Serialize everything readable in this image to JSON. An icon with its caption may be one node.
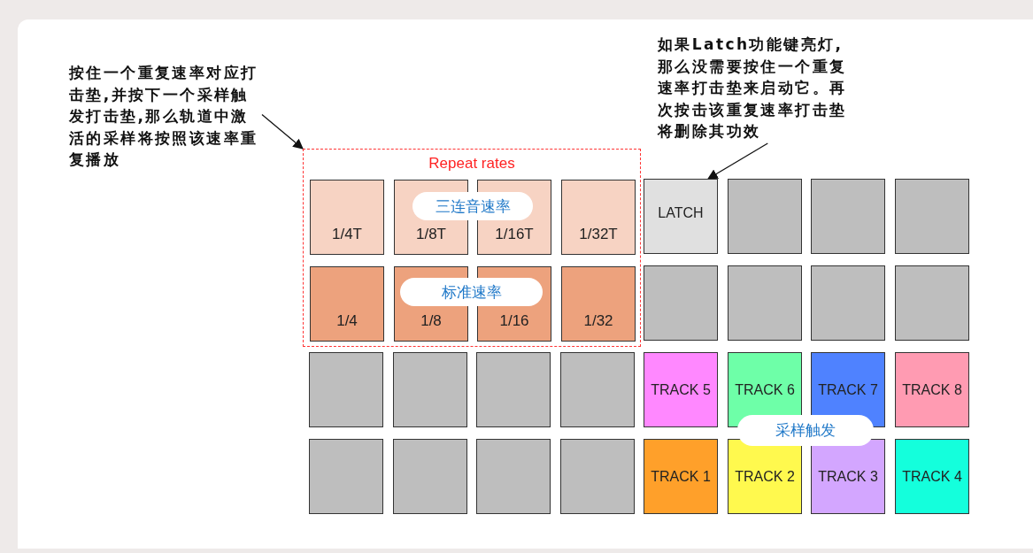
{
  "diagram": {
    "nodes": [
      {
        "text": [
          "按住一个重复速率对应打击垫,并按下一个采样触发打击垫,那么轨道中激活的采样将按照该速率重复播放"
        ]
      },
      {
        "text": [
          "如果Latch功能键亮灯,那么没需要按住一个重复速率打击垫来启动它。再次按击该重复速率打击垫将删除其功效"
        ]
      },
      {
        "text": [
          "Repeat rates"
        ]
      },
      {
        "text": [
          "1/4T"
        ],
        "in": 2
      },
      {
        "text": [
          "1/8T"
        ],
        "in": 2
      },
      {
        "text": [
          "1/16T"
        ],
        "in": 2
      },
      {
        "text": [
          "1/32T"
        ],
        "in": 2
      },
      {
        "text": [
          "三连音速率"
        ],
        "in": 2
      },
      {
        "text": [
          "LATCH"
        ]
      },
      {
        "text": [],
        "shape": "box"
      },
      {
        "text": [],
        "shape": "box"
      },
      {
        "text": [],
        "shape": "box"
      },
      {
        "text": [
          "1/4"
        ],
        "in": 2
      },
      {
        "text": [
          "1/8"
        ],
        "in": 2
      },
      {
        "text": [
          "1/16"
        ],
        "in": 2
      },
      {
        "text": [
          "1/32"
        ],
        "in": 2
      },
      {
        "text": [
          "标准速率"
        ],
        "in": 2
      },
      {
        "text": [],
        "shape": "box"
      },
      {
        "text": [],
        "shape": "box"
      },
      {
        "text": [],
        "shape": "box"
      },
      {
        "text": [],
        "shape": "box"
      },
      {
        "text": [],
        "shape": "box"
      },
      {
        "text": [],
        "shape": "box"
      },
      {
        "text": [],
        "shape": "box"
      },
      {
        "text": [],
        "shape": "box"
      },
      {
        "text": [
          "TRACK 5"
        ]
      },
      {
        "text": [
          "TRACK 6"
        ]
      },
      {
        "text": [
          "TRACK 7"
        ]
      },
      {
        "text": [
          "TRACK 8"
        ]
      },
      {
        "text": [
          "采样触发"
        ]
      },
      {
        "text": [],
        "shape": "box"
      },
      {
        "text": [],
        "shape": "box"
      },
      {
        "text": [],
        "shape": "box"
      },
      {
        "text": [],
        "shape": "box"
      },
      {
        "text": [
          "TRACK 1"
        ]
      },
      {
        "text": [
          "TRACK 2"
        ]
      },
      {
        "text": [
          "TRACK 3"
        ]
      },
      {
        "text": [
          "TRACK 4"
        ]
      }
    ],
    "edges": [
      {
        "from": 0,
        "to": 2,
        "arrow": "to"
      },
      {
        "from": 1,
        "to": 8,
        "arrow": "to"
      }
    ]
  }
}
